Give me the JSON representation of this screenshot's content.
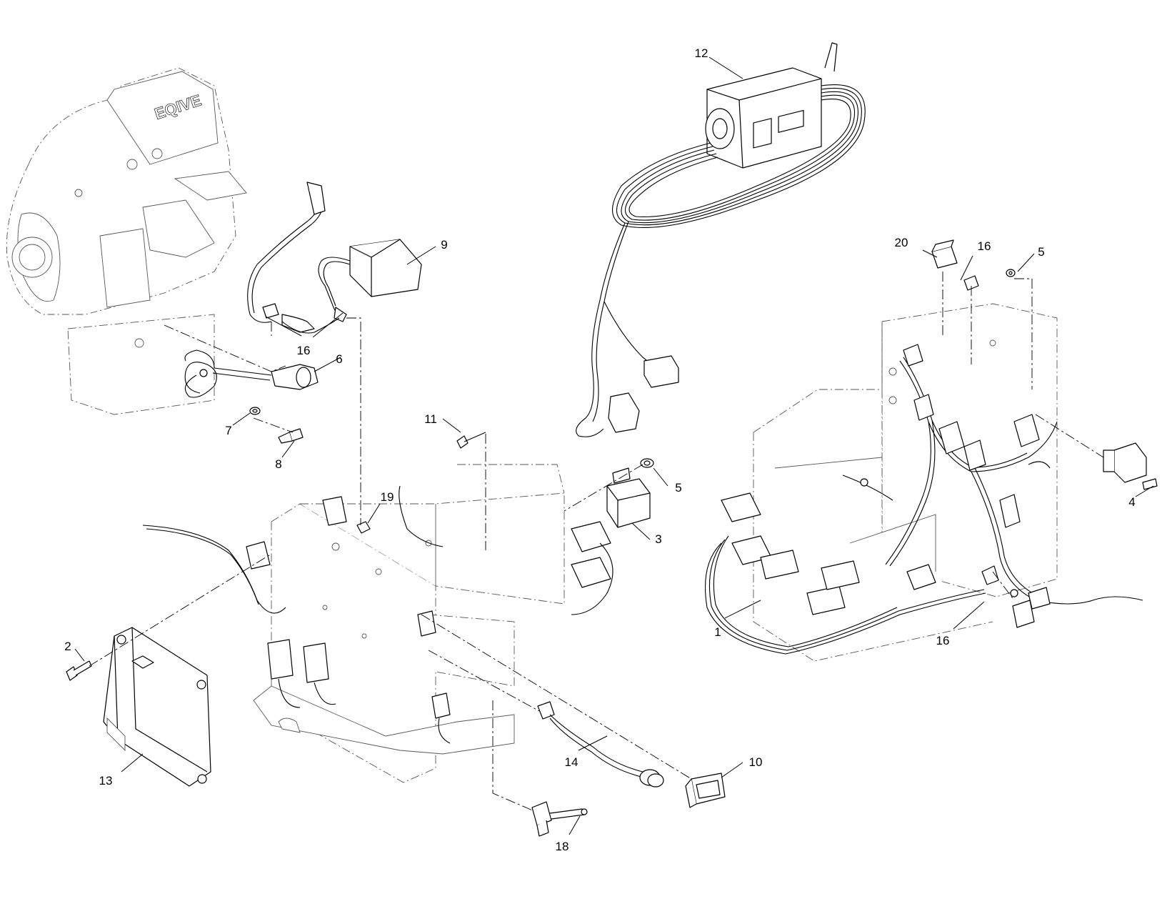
{
  "diagram": {
    "engine_logo": "EQIVE",
    "callouts": [
      {
        "id": "c1",
        "label": "1"
      },
      {
        "id": "c2",
        "label": "2"
      },
      {
        "id": "c3",
        "label": "3"
      },
      {
        "id": "c4",
        "label": "4"
      },
      {
        "id": "c5a",
        "label": "5"
      },
      {
        "id": "c5b",
        "label": "5"
      },
      {
        "id": "c6",
        "label": "6"
      },
      {
        "id": "c7",
        "label": "7"
      },
      {
        "id": "c8",
        "label": "8"
      },
      {
        "id": "c9",
        "label": "9"
      },
      {
        "id": "c10",
        "label": "10"
      },
      {
        "id": "c11",
        "label": "11"
      },
      {
        "id": "c12",
        "label": "12"
      },
      {
        "id": "c13",
        "label": "13"
      },
      {
        "id": "c14",
        "label": "14"
      },
      {
        "id": "c16a",
        "label": "16"
      },
      {
        "id": "c16b",
        "label": "16"
      },
      {
        "id": "c16c",
        "label": "16"
      },
      {
        "id": "c18",
        "label": "18"
      },
      {
        "id": "c19",
        "label": "19"
      },
      {
        "id": "c20",
        "label": "20"
      }
    ]
  }
}
